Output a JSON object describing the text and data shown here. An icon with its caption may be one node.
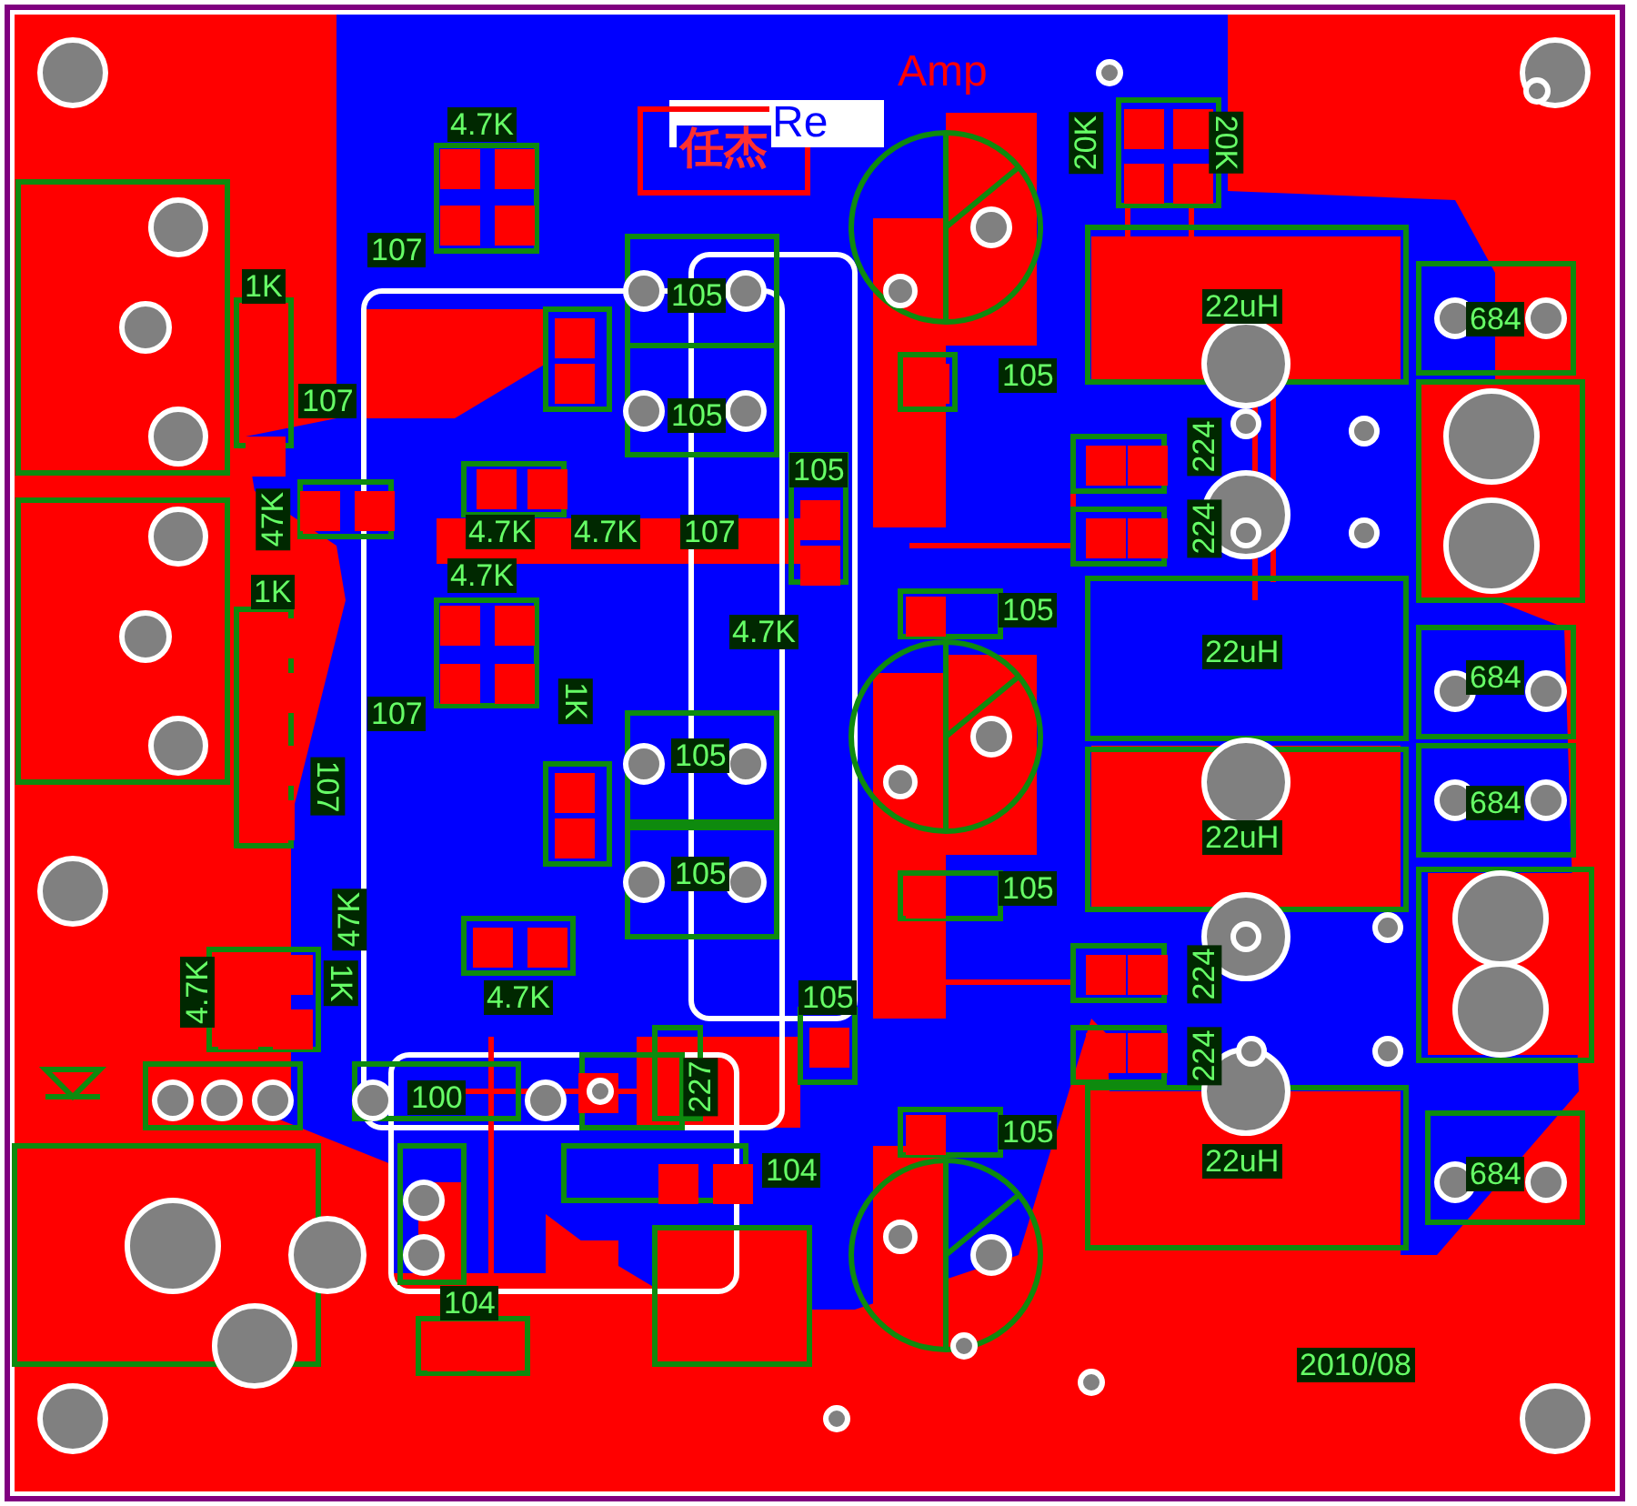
{
  "diagram": {
    "labels": [
      "Amp",
      "Re",
      "任杰",
      "20K",
      "20K",
      "4.7K",
      "107",
      "1K",
      "105",
      "22uH",
      "684",
      "105",
      "107",
      "105",
      "224",
      "105",
      "47K",
      "4.7K",
      "4.7K",
      "107",
      "224",
      "4.7K",
      "1K",
      "105",
      "4.7K",
      "22uH",
      "684",
      "107",
      "1K",
      "105",
      "107",
      "684",
      "22uH",
      "105",
      "105",
      "47K",
      "1K",
      "4.7K",
      "224",
      "4.7K",
      "105",
      "224",
      "227",
      "100",
      "105",
      "104",
      "22uH",
      "684",
      "104",
      "2010/08"
    ]
  }
}
